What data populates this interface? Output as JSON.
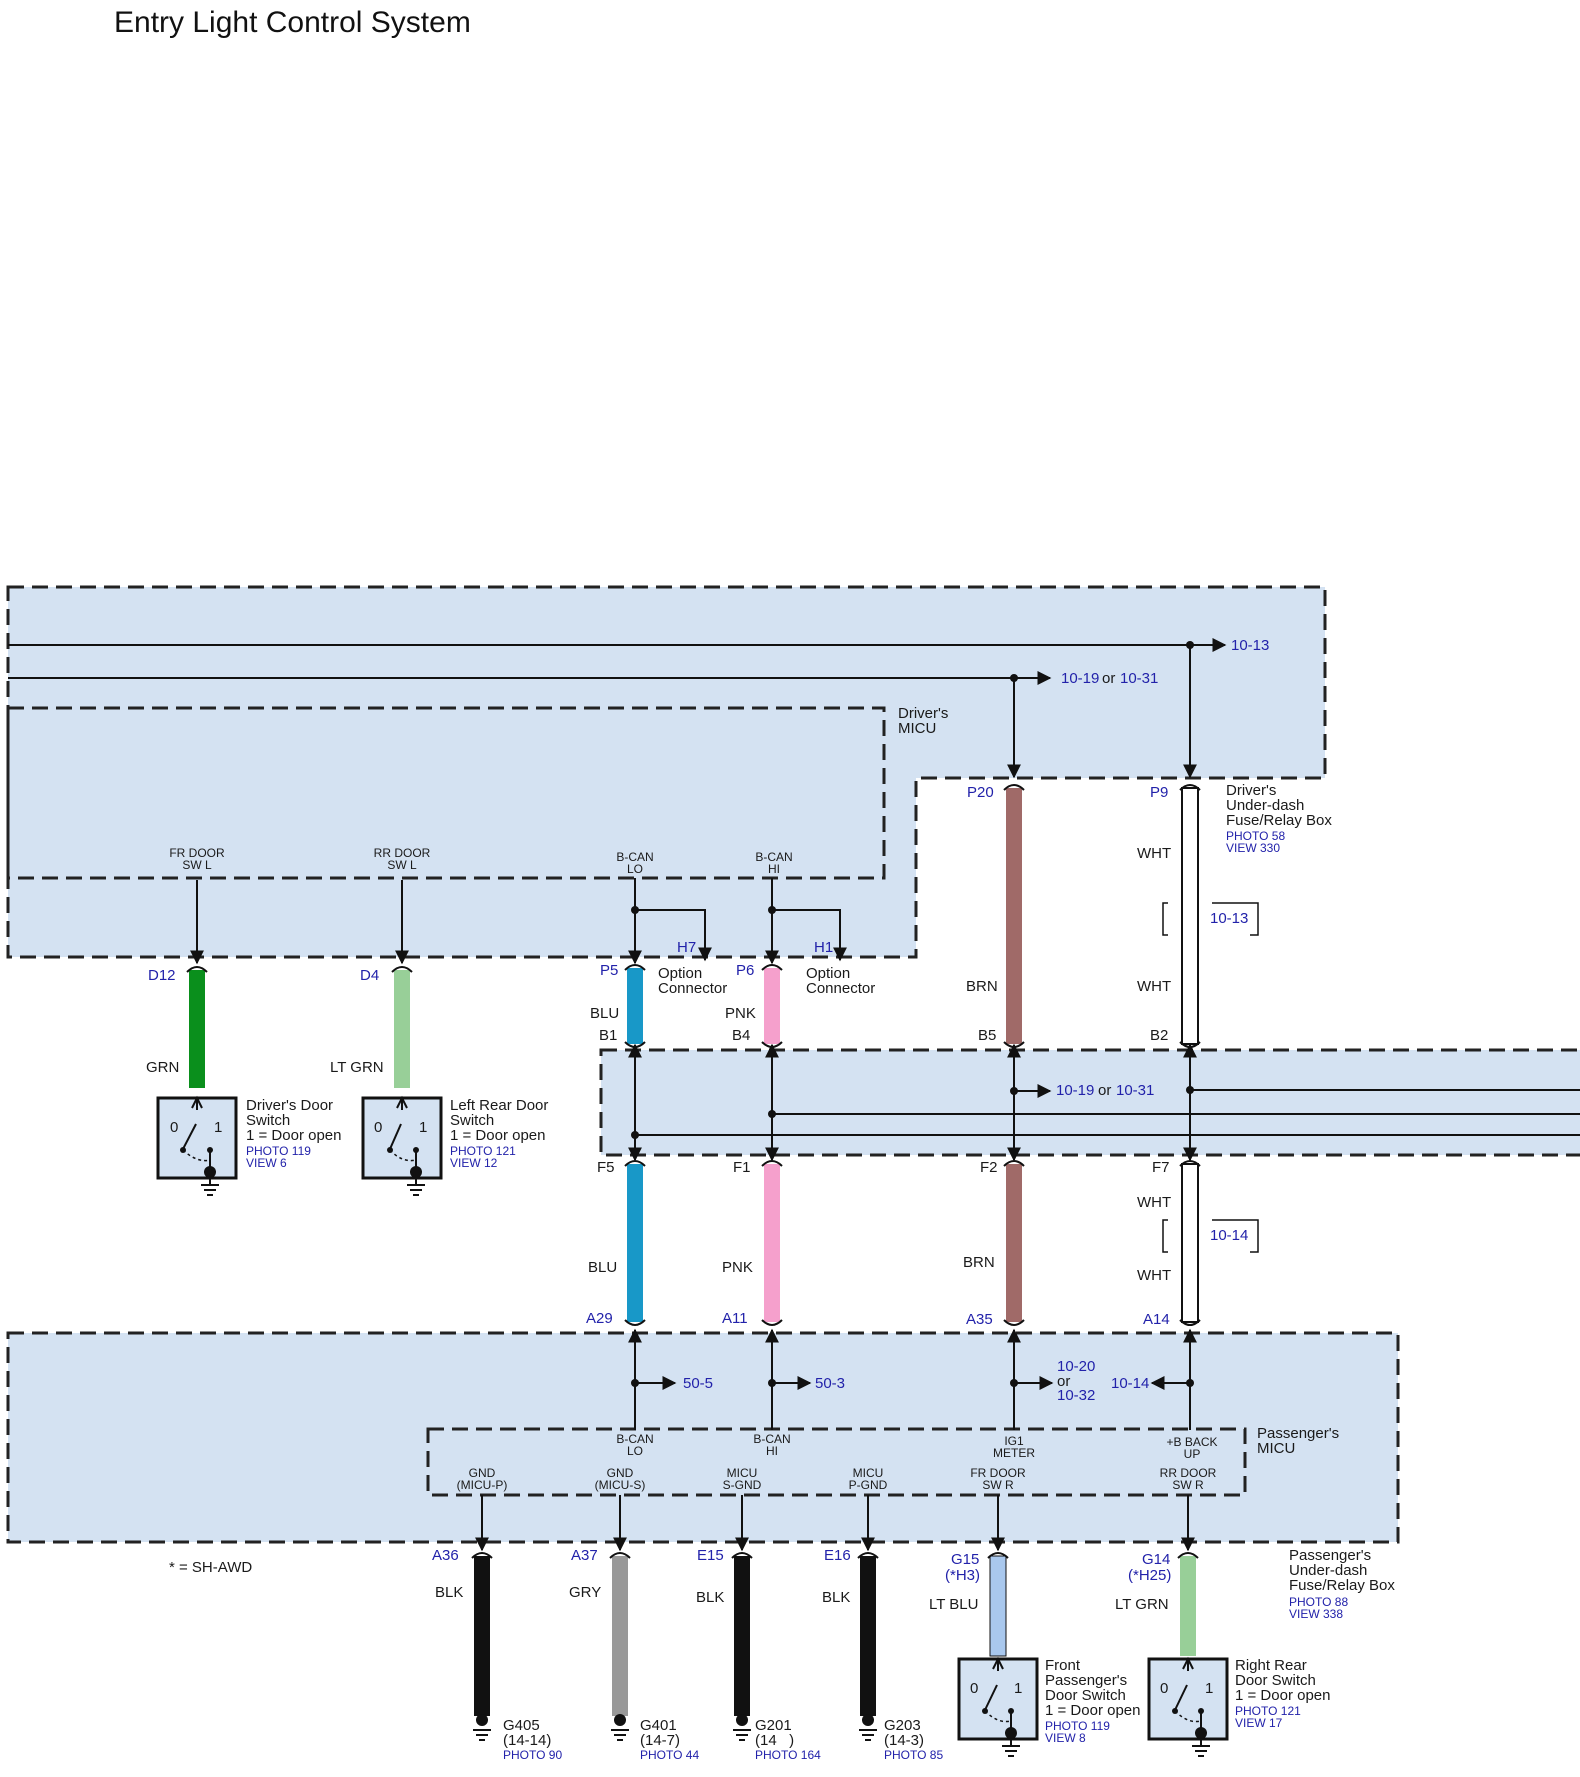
{
  "title": "Entry Light Control System",
  "note": "* = SH-AWD",
  "colors": {
    "panel_fill": "#d4e2f2",
    "ref_text": "#2222aa",
    "GRN": "#0a8f1c",
    "LT GRN": "#98cf98",
    "BLU": "#1898c8",
    "PNK": "#f5a0cc",
    "BRN": "#a06a68",
    "WHT": "#ffffff",
    "BLK": "#111111",
    "GRY": "#999999",
    "LT BLU": "#a9c8ee"
  },
  "units": {
    "drivers_micu": {
      "name": "Driver's\nMICU"
    },
    "drivers_fuse_box": {
      "name": "Driver's\nUnder-dash\nFuse/Relay Box",
      "photo": "PHOTO 58",
      "view": "VIEW 330"
    },
    "passengers_micu": {
      "name": "Passenger's\nMICU"
    },
    "passengers_fuse_box": {
      "name": "Passenger's\nUnder-dash\nFuse/Relay Box",
      "photo": "PHOTO 88",
      "view": "VIEW 338"
    }
  },
  "refs": {
    "top1": "10-13",
    "top2_a": "10-19",
    "top2_or": "or",
    "top2_b": "10-31",
    "mid_a": "10-19",
    "mid_or": "or",
    "mid_b": "10-31",
    "bracket1": "10-13",
    "bracket2": "10-14",
    "p_blu": "50-5",
    "p_pnk": "50-3",
    "p_brn_a": "10-20",
    "p_brn_or": "or",
    "p_brn_b": "10-32",
    "p_wht": "10-14"
  },
  "micu_terminals": [
    {
      "l1": "FR DOOR",
      "l2": "SW L"
    },
    {
      "l1": "RR DOOR",
      "l2": "SW L"
    },
    {
      "l1": "B-CAN",
      "l2": "LO"
    },
    {
      "l1": "B-CAN",
      "l2": "HI"
    }
  ],
  "option_connector": {
    "h7": "H7",
    "h1": "H1",
    "label": "Option\nConnector"
  },
  "pins": {
    "D12": "D12",
    "D4": "D4",
    "P5": "P5",
    "P6": "P6",
    "P20": "P20",
    "P9": "P9",
    "B1": "B1",
    "B4": "B4",
    "B5": "B5",
    "B2": "B2",
    "F5": "F5",
    "F1": "F1",
    "F2": "F2",
    "F7": "F7",
    "A29": "A29",
    "A11": "A11",
    "A35": "A35",
    "A14": "A14",
    "A36": "A36",
    "A37": "A37",
    "E15": "E15",
    "E16": "E16",
    "G15": "G15",
    "G15b": "(*H3)",
    "G14": "G14",
    "G14b": "(*H25)"
  },
  "wires": {
    "grn": "GRN",
    "ltgrn": "LT GRN",
    "blu1": "BLU",
    "pnk1": "PNK",
    "brn1": "BRN",
    "wht1": "WHT",
    "wht2": "WHT",
    "blu2": "BLU",
    "pnk2": "PNK",
    "brn2": "BRN",
    "wht3": "WHT",
    "wht4": "WHT",
    "blk1": "BLK",
    "gry": "GRY",
    "blk2": "BLK",
    "blk3": "BLK",
    "ltblu": "LT BLU",
    "ltgrn2": "LT GRN"
  },
  "passenger_terminals": [
    {
      "l1": "GND",
      "l2": "(MICU-P)"
    },
    {
      "l1": "GND",
      "l2": "(MICU-S)"
    },
    {
      "l1": "MICU",
      "l2": "S-GND"
    },
    {
      "l1": "MICU",
      "l2": "P-GND"
    },
    {
      "l1": "FR DOOR",
      "l2": "SW R"
    },
    {
      "l1": "RR DOOR",
      "l2": "SW R"
    }
  ],
  "passenger_upper_terminals": [
    {
      "l1": "B-CAN",
      "l2": "LO"
    },
    {
      "l1": "B-CAN",
      "l2": "HI"
    },
    {
      "l1": "IG1",
      "l2": "METER"
    },
    {
      "l1": "+B BACK",
      "l2": "UP"
    }
  ],
  "switches": [
    {
      "name": "Driver's Door\nSwitch",
      "state": "1 = Door open",
      "photo": "PHOTO 119",
      "view": "VIEW 6",
      "s0": "0",
      "s1": "1"
    },
    {
      "name": "Left Rear Door\nSwitch",
      "state": "1 = Door open",
      "photo": "PHOTO 121",
      "view": "VIEW 12",
      "s0": "0",
      "s1": "1"
    },
    {
      "name": "Front\nPassenger's\nDoor Switch",
      "state": "1 = Door open",
      "photo": "PHOTO 119",
      "view": "VIEW 8",
      "s0": "0",
      "s1": "1"
    },
    {
      "name": "Right Rear\nDoor Switch",
      "state": "1 = Door open",
      "photo": "PHOTO 121",
      "view": "VIEW 17",
      "s0": "0",
      "s1": "1"
    }
  ],
  "grounds": [
    {
      "id": "G405",
      "loc": "(14-14)",
      "photo": "PHOTO 90"
    },
    {
      "id": "G401",
      "loc": "(14-7)",
      "photo": "PHOTO 44"
    },
    {
      "id": "G201",
      "loc": "(14   )",
      "photo": "PHOTO 164"
    },
    {
      "id": "G203",
      "loc": "(14-3)",
      "photo": "PHOTO 85"
    }
  ]
}
